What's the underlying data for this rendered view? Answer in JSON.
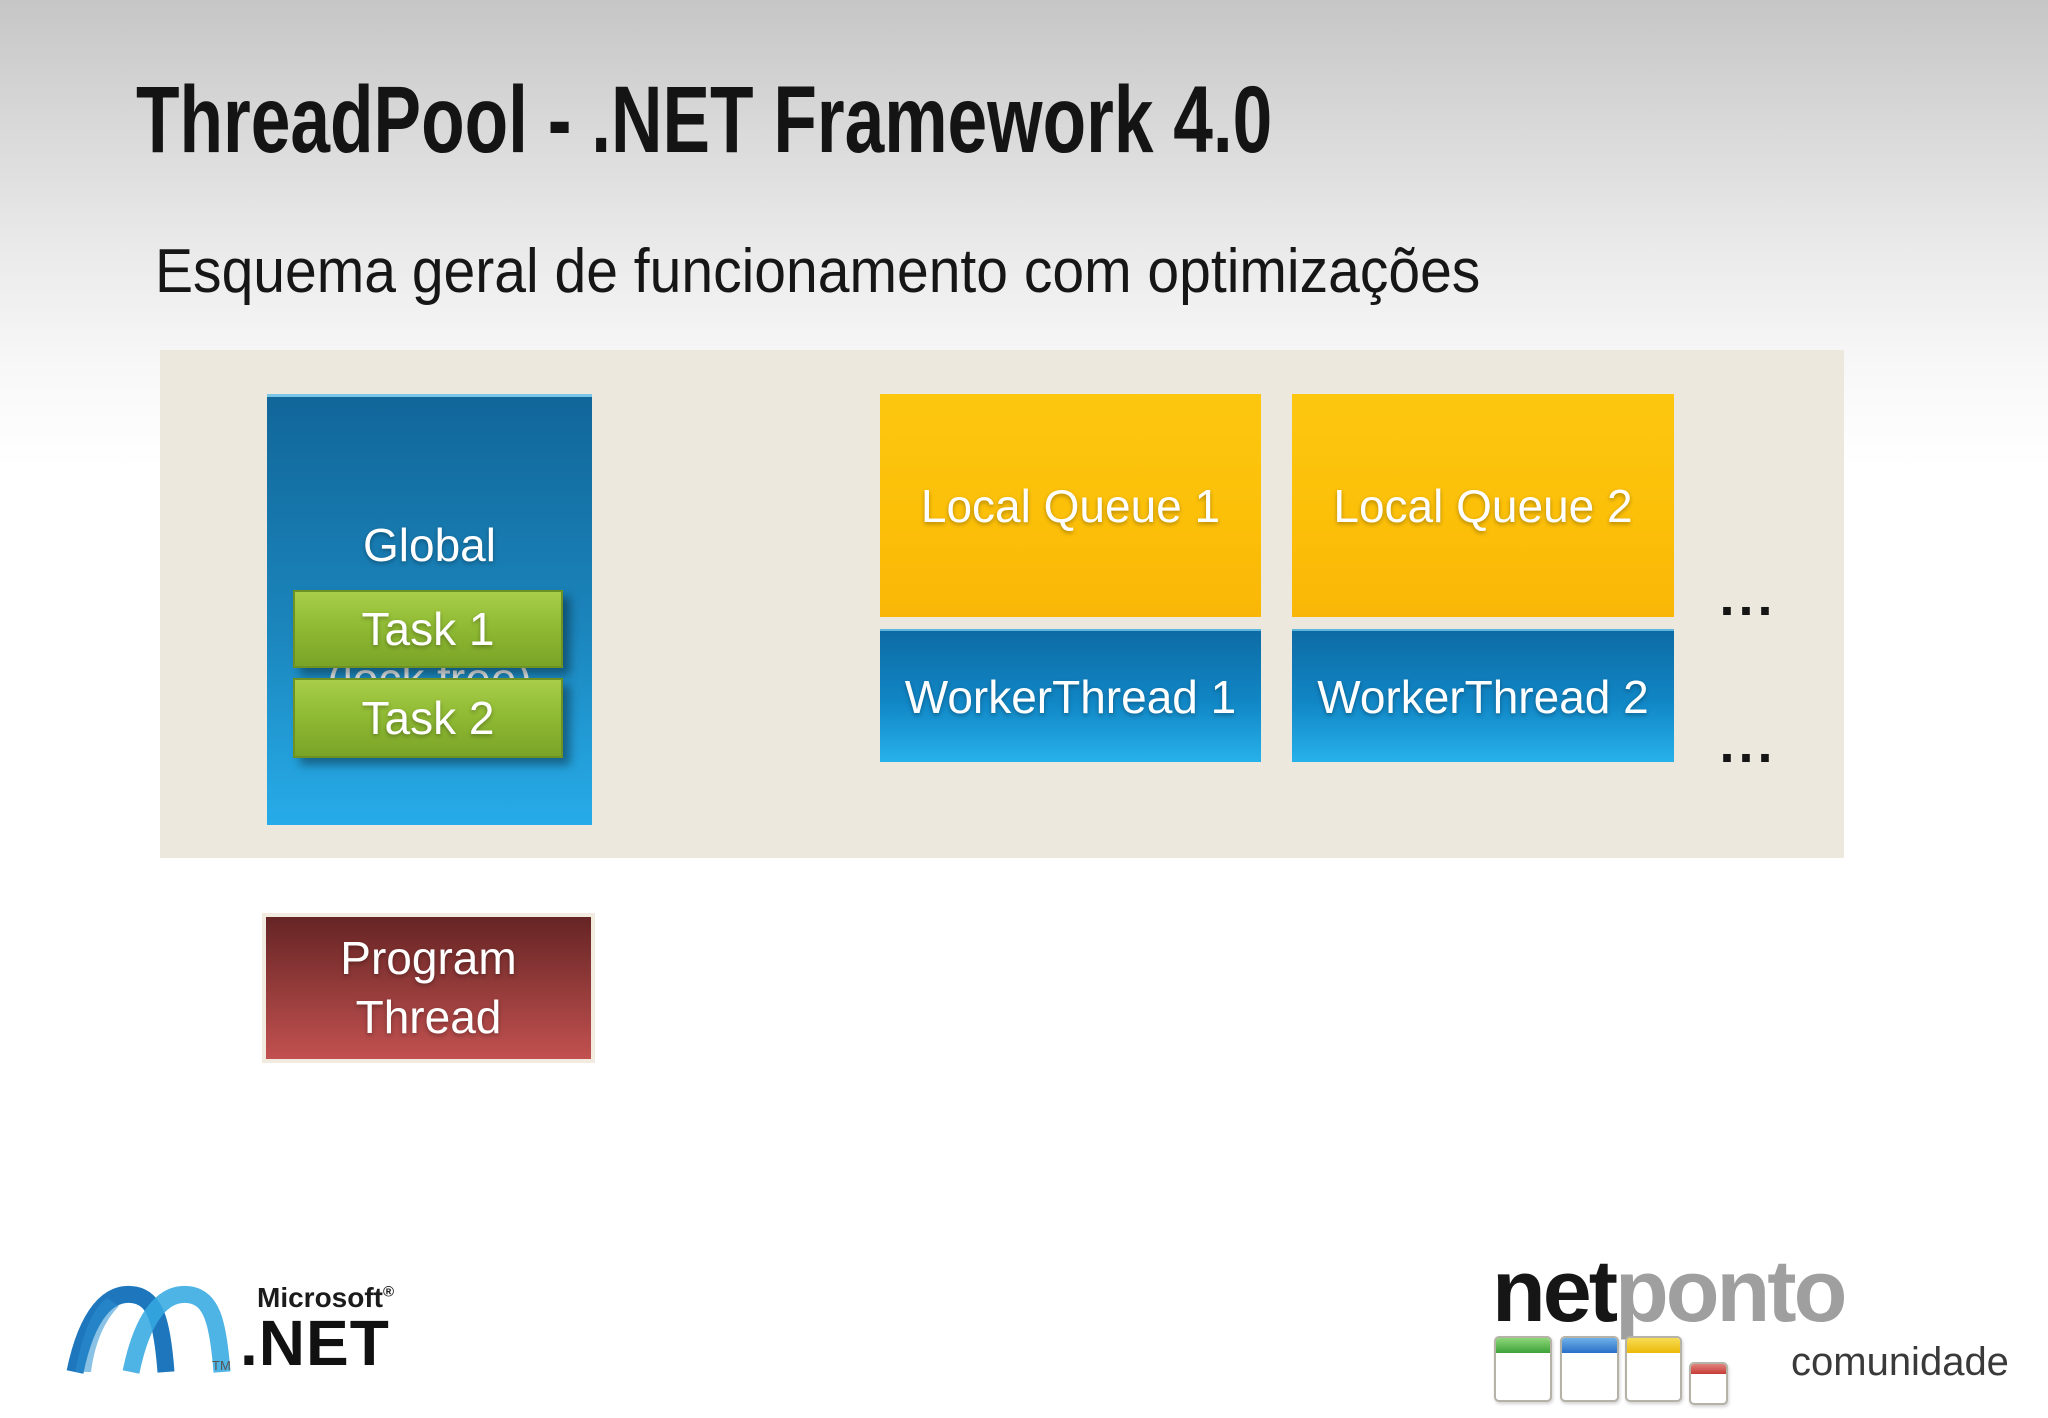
{
  "slide": {
    "title": "ThreadPool - .NET Framework 4.0",
    "subtitle": "Esquema geral de funcionamento com optimizações"
  },
  "diagram": {
    "global_queue": {
      "label": "Global",
      "sublabel": "(lock free)",
      "tasks": [
        "Task 1",
        "Task 2"
      ]
    },
    "local_queues": [
      {
        "label": "Local Queue 1"
      },
      {
        "label": "Local Queue 2"
      }
    ],
    "worker_threads": [
      {
        "label": "WorkerThread 1"
      },
      {
        "label": "WorkerThread 2"
      }
    ],
    "ellipsis_top": "...",
    "ellipsis_bottom": "...",
    "program_thread": {
      "line1": "Program",
      "line2": "Thread"
    }
  },
  "footer": {
    "microsoft_logo": {
      "brand": "Microsoft",
      "registered": "®",
      "product": ".NET",
      "trademark": "TM"
    },
    "netponto_logo": {
      "part1": "net",
      "part2": "ponto",
      "tagline": "comunidade"
    }
  },
  "colors": {
    "panel_background": "#ece8de",
    "global_box_top": "#116699",
    "global_box_bottom": "#27ace9",
    "task_green_top": "#a9ce49",
    "task_green_bottom": "#7aa427",
    "local_queue_yellow": "#fcbf08",
    "worker_blue_top": "#0d6ba4",
    "worker_blue_bottom": "#27b1ea",
    "program_red_top": "#662424",
    "program_red_bottom": "#c25150",
    "title_text": "#141414",
    "box_text": "#ffffff",
    "netponto_gray": "#9f9f9f"
  }
}
